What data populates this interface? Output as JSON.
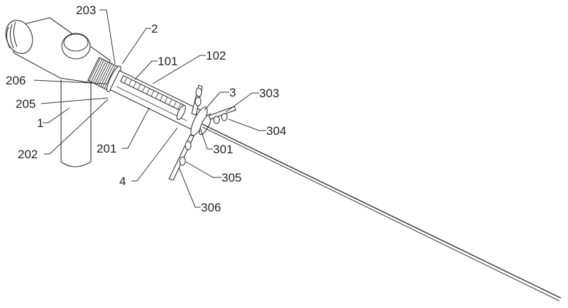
{
  "figure": {
    "labels": {
      "l203": "203",
      "l2": "2",
      "l101": "101",
      "l102": "102",
      "l206": "206",
      "l205": "205",
      "l3": "3",
      "l303": "303",
      "l1": "1",
      "l304": "304",
      "l202": "202",
      "l201": "201",
      "l301": "301",
      "l4": "4",
      "l305": "305",
      "l306": "306"
    },
    "line_color": "#333333"
  }
}
